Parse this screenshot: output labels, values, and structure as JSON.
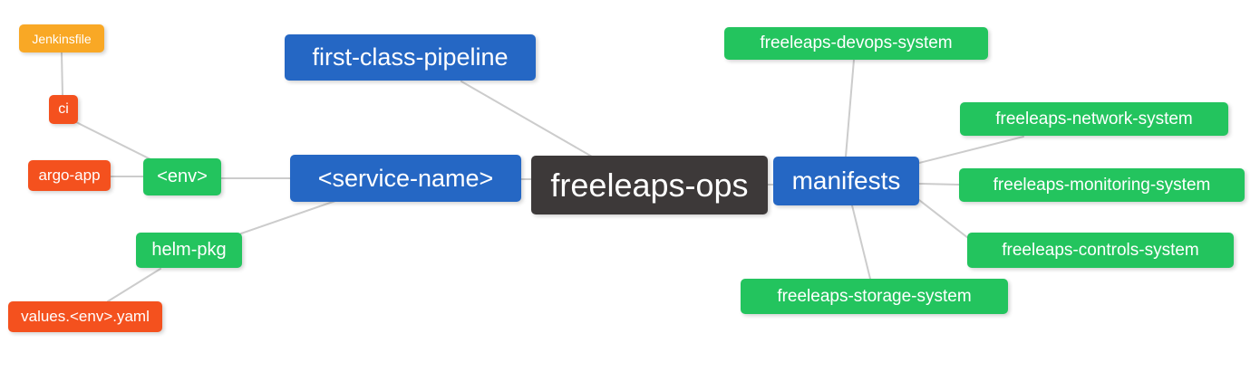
{
  "colors": {
    "root_node": "#3D3939",
    "branch_node": "#2567C4",
    "green_node": "#23C45E",
    "red_node": "#F4511E",
    "orange_node": "#F9A825",
    "edge": "#CCCCCC",
    "node_text": "#FFFFFF",
    "background": "#FFFFFF"
  },
  "nodes": [
    {
      "id": "jenkinsfile",
      "label": "Jenkinsfile",
      "color": "#F9A825"
    },
    {
      "id": "ci",
      "label": "ci",
      "color": "#F4511E"
    },
    {
      "id": "argo-app",
      "label": "argo-app",
      "color": "#F4511E"
    },
    {
      "id": "env",
      "label": "<env>",
      "color": "#23C45E"
    },
    {
      "id": "helm-pkg",
      "label": "helm-pkg",
      "color": "#23C45E"
    },
    {
      "id": "values-env-yaml",
      "label": "values.<env>.yaml",
      "color": "#F4511E"
    },
    {
      "id": "first-class-pipeline",
      "label": "first-class-pipeline",
      "color": "#2567C4"
    },
    {
      "id": "service-name",
      "label": "<service-name>",
      "color": "#2567C4"
    },
    {
      "id": "freeleaps-ops",
      "label": "freeleaps-ops",
      "color": "#3D3939"
    },
    {
      "id": "manifests",
      "label": "manifests",
      "color": "#2567C4"
    },
    {
      "id": "freeleaps-devops-system",
      "label": "freeleaps-devops-system",
      "color": "#23C45E"
    },
    {
      "id": "freeleaps-network-system",
      "label": "freeleaps-network-system",
      "color": "#23C45E"
    },
    {
      "id": "freeleaps-monitoring-system",
      "label": "freeleaps-monitoring-system",
      "color": "#23C45E"
    },
    {
      "id": "freeleaps-controls-system",
      "label": "freeleaps-controls-system",
      "color": "#23C45E"
    },
    {
      "id": "freeleaps-storage-system",
      "label": "freeleaps-storage-system",
      "color": "#23C45E"
    }
  ],
  "edges": [
    {
      "from": "Jenkinsfile",
      "to": "ci"
    },
    {
      "from": "ci",
      "to": "<env>"
    },
    {
      "from": "argo-app",
      "to": "<env>"
    },
    {
      "from": "<env>",
      "to": "<service-name>"
    },
    {
      "from": "helm-pkg",
      "to": "<service-name>"
    },
    {
      "from": "values.<env>.yaml",
      "to": "helm-pkg"
    },
    {
      "from": "<service-name>",
      "to": "freeleaps-ops"
    },
    {
      "from": "first-class-pipeline",
      "to": "freeleaps-ops"
    },
    {
      "from": "freeleaps-ops",
      "to": "manifests"
    },
    {
      "from": "manifests",
      "to": "freeleaps-devops-system"
    },
    {
      "from": "manifests",
      "to": "freeleaps-network-system"
    },
    {
      "from": "manifests",
      "to": "freeleaps-monitoring-system"
    },
    {
      "from": "manifests",
      "to": "freeleaps-controls-system"
    },
    {
      "from": "manifests",
      "to": "freeleaps-storage-system"
    }
  ]
}
